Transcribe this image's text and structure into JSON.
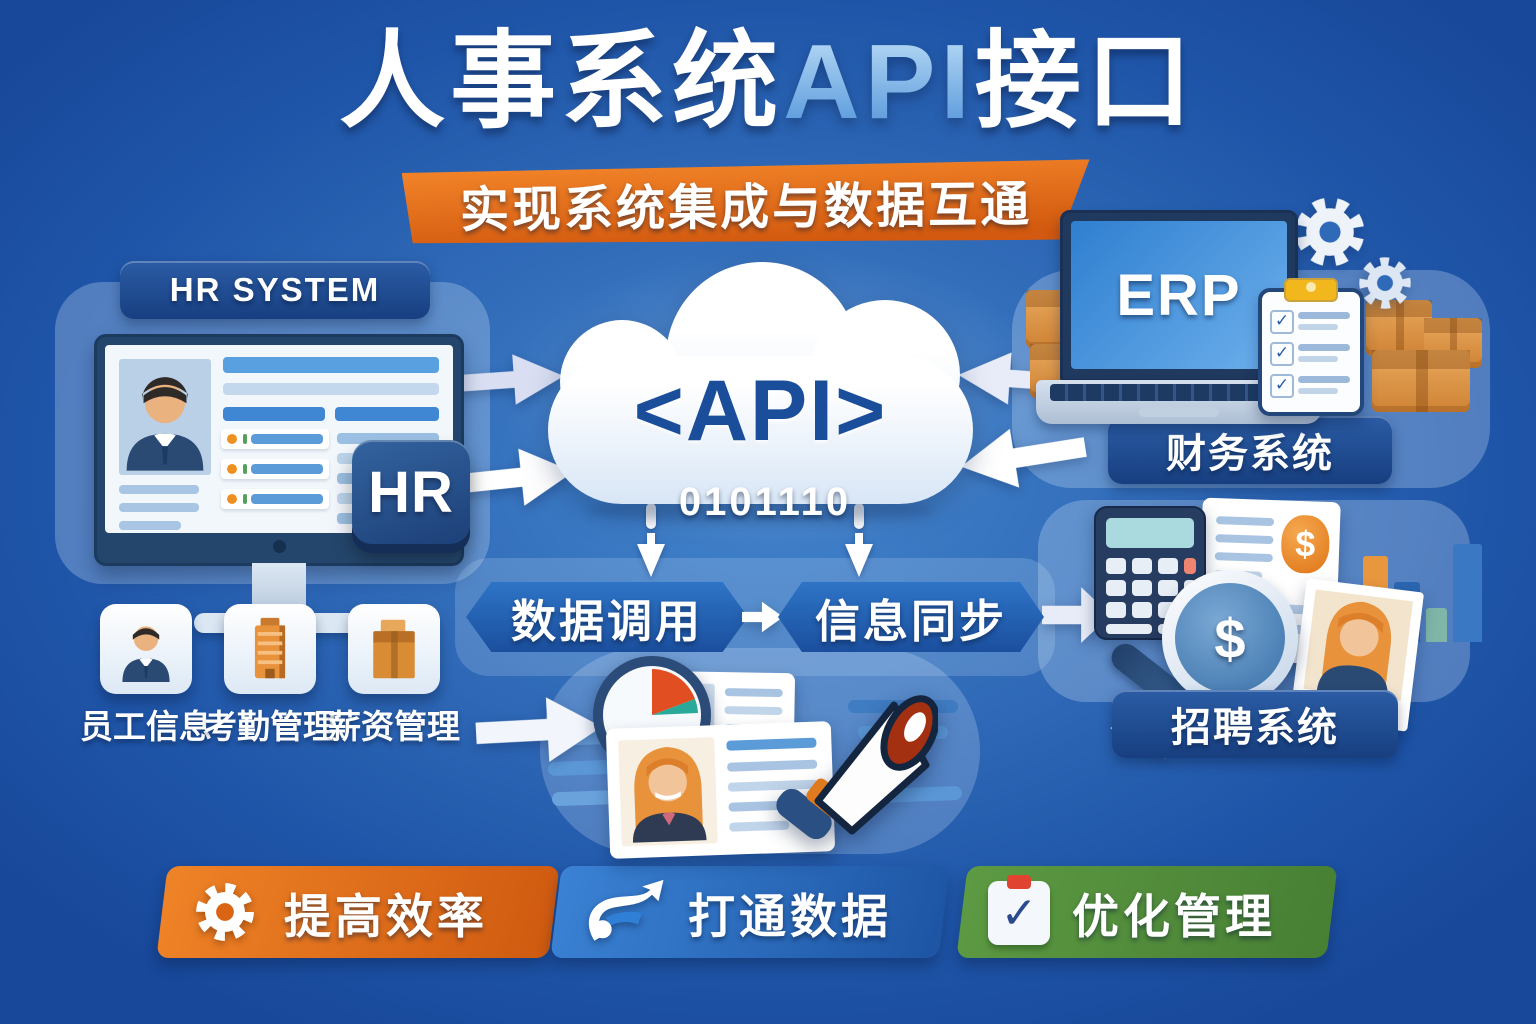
{
  "title": {
    "part1": "人事系统",
    "api": "API",
    "part3": "接口"
  },
  "subtitle": {
    "text": "实现系统集成与数据互通"
  },
  "hr": {
    "system_label": "HR SYSTEM",
    "badge": "HR"
  },
  "cloud": {
    "api_text": "<API>",
    "binary": "0101110"
  },
  "erp": {
    "screen_label": "ERP"
  },
  "labels": {
    "finance": "财务系统",
    "recruitment": "招聘系统"
  },
  "process": {
    "step1": "数据调用",
    "step2": "信息同步"
  },
  "modules": [
    {
      "label": "员工信息",
      "icon": "employee-icon"
    },
    {
      "label": "考勤管理",
      "icon": "attendance-building-icon"
    },
    {
      "label": "薪资管理",
      "icon": "payroll-box-icon"
    }
  ],
  "benefits": [
    {
      "label": "提高效率",
      "icon": "gear-icon",
      "color": "#e2691a"
    },
    {
      "label": "打通数据",
      "icon": "data-flow-icon",
      "color": "#2a6cbd"
    },
    {
      "label": "优化管理",
      "icon": "clipboard-check-icon",
      "color": "#55923f"
    }
  ],
  "icons": [
    "hr-monitor-icon",
    "cloud-api-icon",
    "erp-laptop-icon",
    "gear-icon",
    "clipboard-check-icon",
    "package-box-icon",
    "calculator-icon",
    "dollar-document-icon",
    "magnifier-dollar-icon",
    "bar-chart-icon",
    "photo-card-icon",
    "pie-clock-icon",
    "megaphone-icon",
    "profile-card-icon"
  ],
  "colors": {
    "background": "#1f55a8",
    "label_navy": "#1d4c8f",
    "accent_orange": "#e2691a",
    "accent_green": "#55923f",
    "api_text_blue": "#1a4d9a",
    "banner_blue": "#2a6cbd"
  }
}
